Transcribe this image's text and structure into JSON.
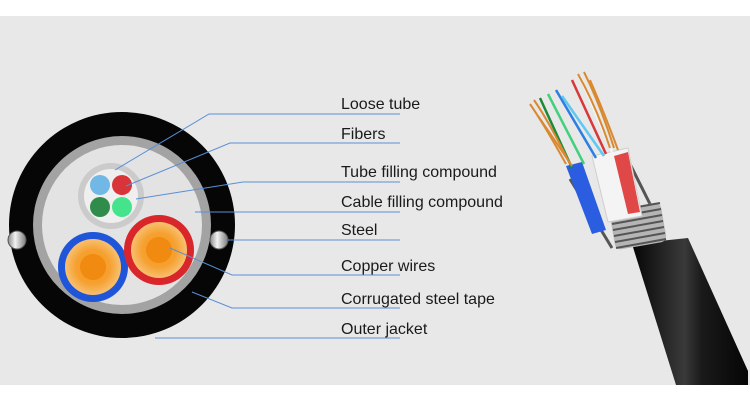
{
  "labels": {
    "loose_tube": "Loose tube",
    "fibers": "Fibers",
    "tube_filling": "Tube filling compound",
    "cable_filling": "Cable filling compound",
    "steel": "Steel",
    "copper_wires": "Copper wires",
    "corrugated_tape": "Corrugated steel tape",
    "outer_jacket": "Outer jacket"
  },
  "colors": {
    "leader_line": "#5b8fd6",
    "outer_jacket": "#0a0a0a",
    "corrugated_tape": "#9a9a9a",
    "filling": "#e6e6e6",
    "loose_tube": "#cfcfcf",
    "fiber_blue": "#6fb6e6",
    "fiber_red": "#d8343a",
    "fiber_darkgreen": "#2e8b4a",
    "fiber_lightgreen": "#44e08a",
    "copper_core": "#f39a1e",
    "insulation_blue": "#2257d6",
    "insulation_red": "#d8262b"
  }
}
